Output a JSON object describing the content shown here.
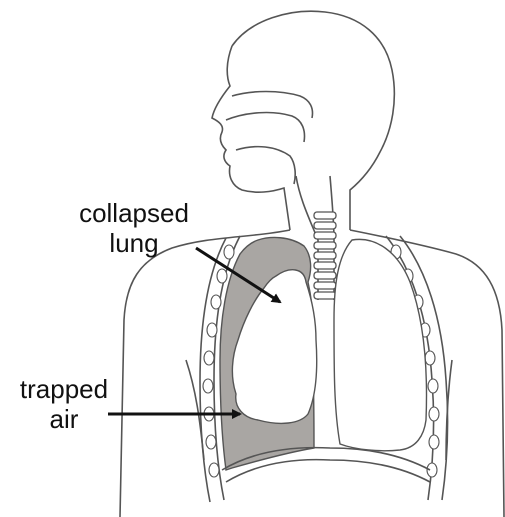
{
  "labels": {
    "collapsed_line1": "collapsed",
    "collapsed_line2": "lung",
    "trapped_line1": "trapped",
    "trapped_line2": "air"
  },
  "colors": {
    "outline": "#555555",
    "trapped_air_fill": "#a9a6a3",
    "lung_fill": "#ffffff",
    "arrow": "#111111",
    "background": "#ffffff"
  }
}
